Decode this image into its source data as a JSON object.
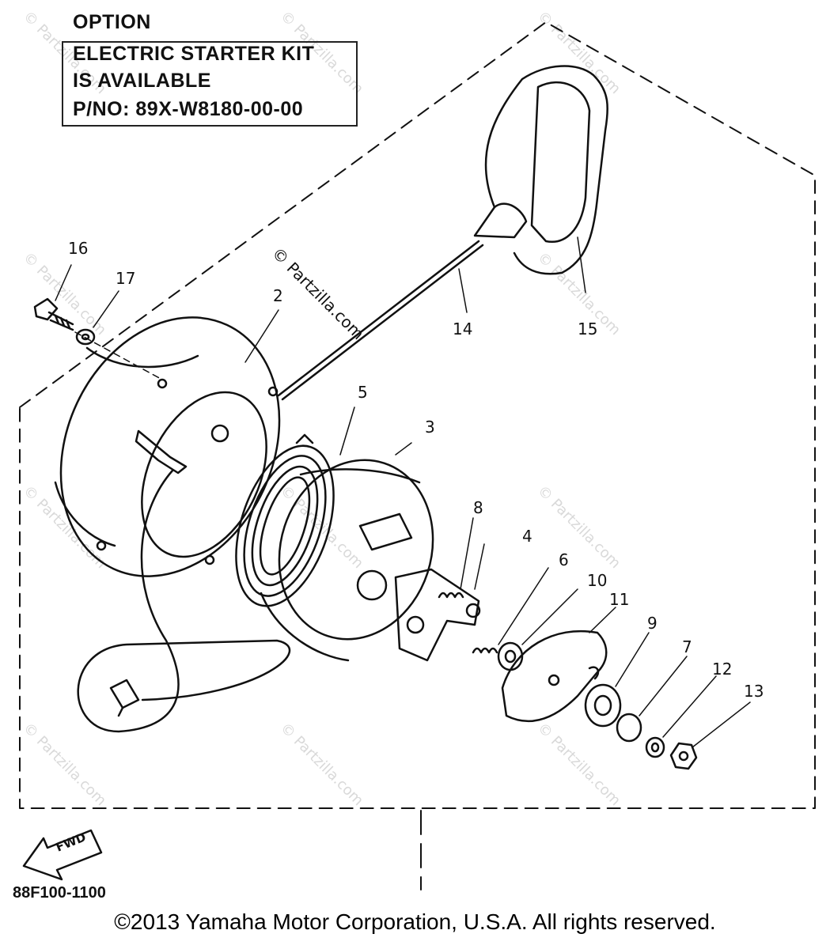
{
  "option_box": {
    "line1": "OPTION",
    "line2": "ELECTRIC STARTER KIT",
    "line3": "IS AVAILABLE",
    "line4": "P/NO: 89X-W8180-00-00"
  },
  "callouts": [
    "16",
    "17",
    "2",
    "5",
    "3",
    "14",
    "15",
    "8",
    "4",
    "6",
    "10",
    "11",
    "9",
    "7",
    "12",
    "13"
  ],
  "fwd_label": "FWD",
  "diagram_code": "88F100-1100",
  "watermark": "© Partzilla.com",
  "copyright": "©2013 Yamaha Motor Corporation, U.S.A. All rights reserved."
}
